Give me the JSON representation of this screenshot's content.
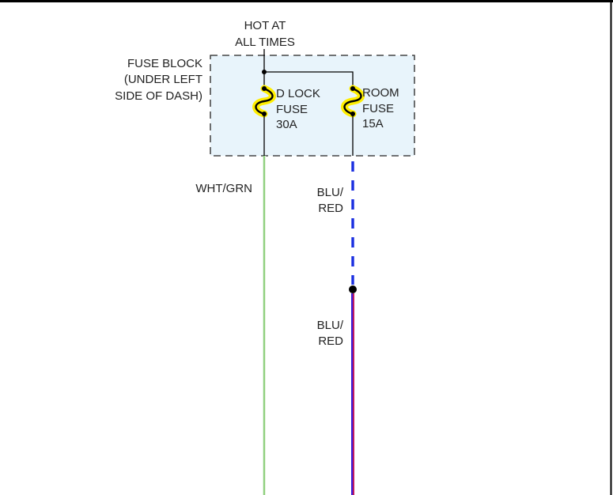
{
  "diagram": {
    "power_label": [
      "HOT AT",
      "ALL TIMES"
    ],
    "fuse_block_label": [
      "FUSE BLOCK",
      "(UNDER LEFT",
      "SIDE OF DASH)"
    ],
    "fuses": [
      {
        "name": [
          "D LOCK",
          "FUSE",
          "30A"
        ]
      },
      {
        "name": [
          "ROOM",
          "FUSE",
          "15A"
        ]
      }
    ],
    "wires": [
      {
        "label": [
          "WHT/GRN"
        ],
        "colors": [
          "#90d080",
          "#e8f4e0"
        ]
      },
      {
        "label": [
          "BLU/",
          "RED"
        ],
        "colors": [
          "#1a2ee0"
        ],
        "style": "dashed"
      },
      {
        "label": [
          "BLU/",
          "RED"
        ],
        "colors": [
          "#3a1ad8",
          "#c01a60"
        ]
      }
    ]
  },
  "colors": {
    "fuse_highlight": "#ffee00",
    "fuse_block_fill": "#e8f4fb",
    "frame": "#000000"
  }
}
